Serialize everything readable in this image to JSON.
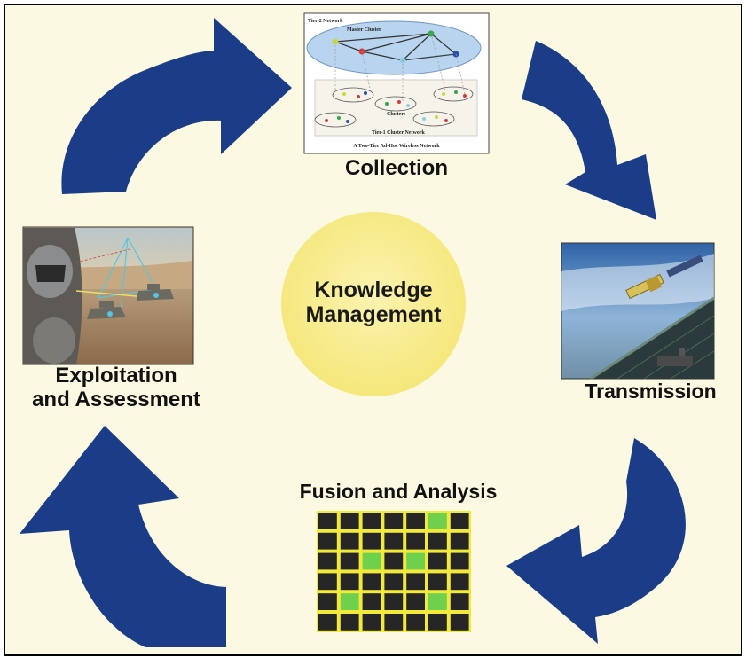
{
  "center": {
    "line1": "Knowledge",
    "line2": "Management"
  },
  "stages": {
    "collection": "Collection",
    "transmission": "Transmission",
    "fusion": "Fusion and Analysis",
    "exploitation_line1": "Exploitation",
    "exploitation_line2": "and Assessment"
  },
  "network_figure": {
    "tier2_label": "Tier-2 Network",
    "master_label": "Master Cluster",
    "clusters_label": "Clusters",
    "tier1_label": "Tier-1 Cluster Network",
    "caption": "A Two-Tier Ad-Hoc Wireless Network"
  },
  "colors": {
    "background": "#fcf9e2",
    "arrow": "#1b3c86",
    "center_circle": "#f7ec8a",
    "grid_line": "#f2ea3a",
    "grid_highlight": "#6fd04e",
    "grid_cell": "#262626"
  },
  "icons": {
    "collection": "network-diagram-icon",
    "transmission": "satellite-icon",
    "fusion": "grid-icon",
    "exploitation": "soldier-battlefield-icon"
  }
}
